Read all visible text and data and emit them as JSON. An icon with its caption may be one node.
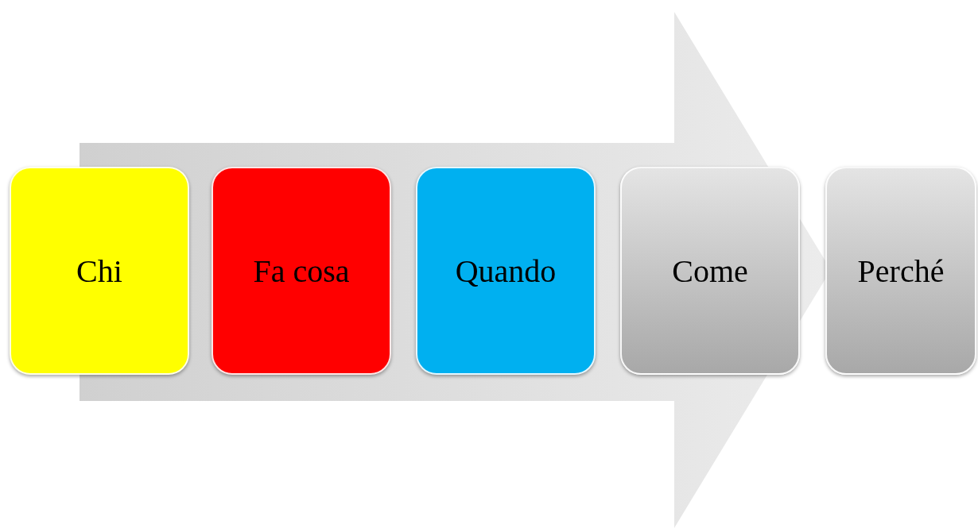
{
  "diagram": {
    "nodes": [
      {
        "text": [
          "Chi"
        ]
      },
      {
        "text": [
          "Fa cosa"
        ]
      },
      {
        "text": [
          "Quando"
        ]
      },
      {
        "text": [
          "Come"
        ]
      },
      {
        "text": [
          "Perché"
        ]
      }
    ],
    "edges": [
      {
        "from": 0,
        "to": 4,
        "arrow": "to"
      }
    ]
  }
}
